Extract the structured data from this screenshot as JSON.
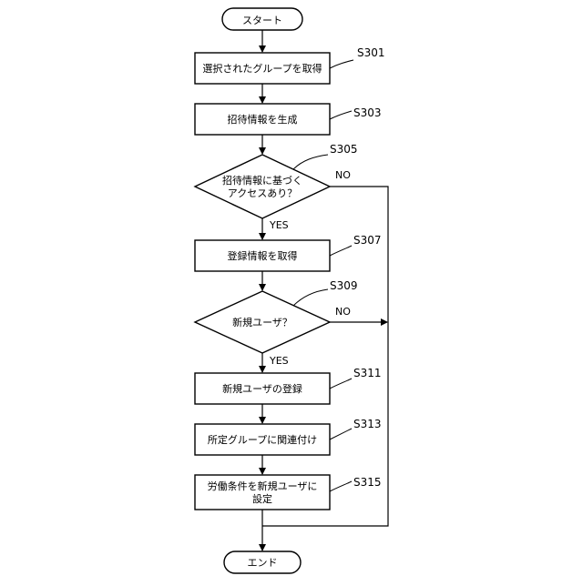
{
  "flowchart": {
    "start": "スタート",
    "end": "エンド",
    "steps": [
      {
        "id": "S301",
        "kind": "process",
        "lines": [
          "選択されたグループを取得"
        ]
      },
      {
        "id": "S303",
        "kind": "process",
        "lines": [
          "招待情報を生成"
        ]
      },
      {
        "id": "S305",
        "kind": "decision",
        "lines": [
          "招待情報に基づく",
          "アクセスあり？"
        ]
      },
      {
        "id": "S307",
        "kind": "process",
        "lines": [
          "登録情報を取得"
        ]
      },
      {
        "id": "S309",
        "kind": "decision",
        "lines": [
          "新規ユーザ？"
        ]
      },
      {
        "id": "S311",
        "kind": "process",
        "lines": [
          "新規ユーザの登録"
        ]
      },
      {
        "id": "S313",
        "kind": "process",
        "lines": [
          "所定グループに関連付け"
        ]
      },
      {
        "id": "S315",
        "kind": "process",
        "lines": [
          "労働条件を新規ユーザに",
          "設定"
        ]
      }
    ],
    "yes_label": "YES",
    "no_label": "NO"
  }
}
